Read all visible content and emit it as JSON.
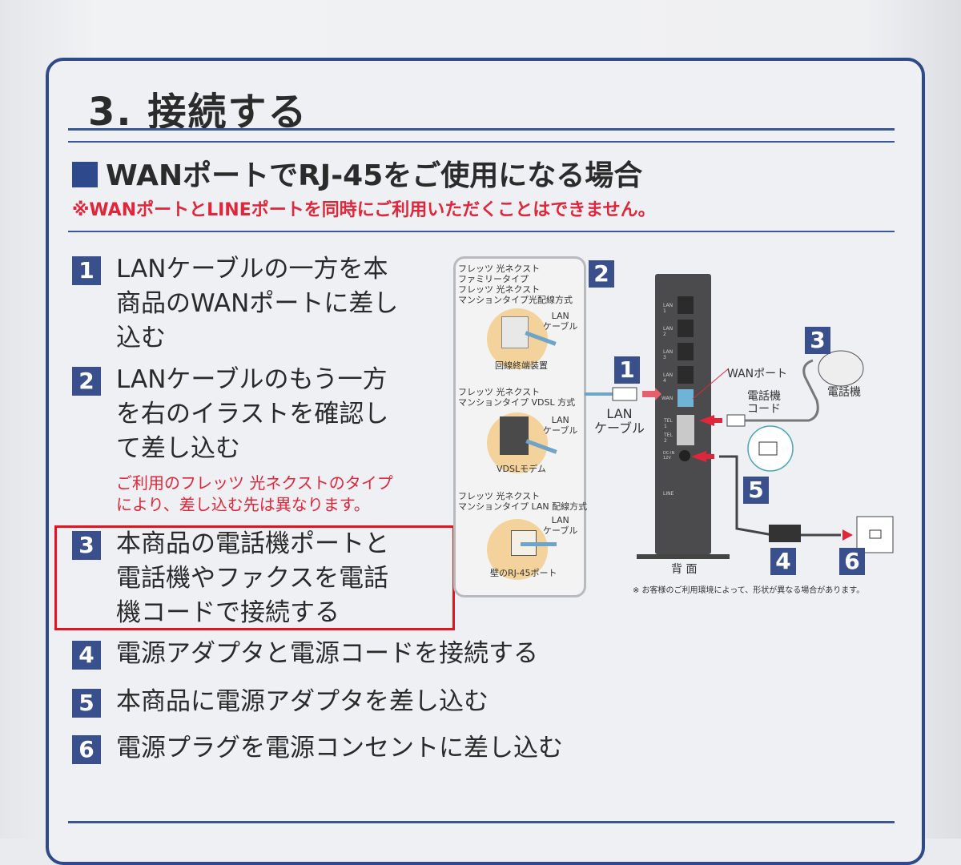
{
  "title": "3. 接続する",
  "section_heading": "WANポートでRJ-45をご使用になる場合",
  "warning": "※WANポートとLINEポートを同時にご利用いただくことはできません。",
  "steps": [
    {
      "num": "1",
      "text": "LANケーブルの一方を本\n商品のWANポートに差し\n込む"
    },
    {
      "num": "2",
      "text": "LANケーブルのもう一方\nを右のイラストを確認し\nて差し込む"
    },
    {
      "num": "3",
      "text": "本商品の電話機ポートと\n電話機やファクスを電話\n機コードで接続する"
    },
    {
      "num": "4",
      "text": "電源アダプタと電源コードを接続する"
    },
    {
      "num": "5",
      "text": "本商品に電源アダプタを差し込む"
    },
    {
      "num": "6",
      "text": "電源プラグを電源コンセントに差し込む"
    }
  ],
  "step2_note": "ご利用のフレッツ 光ネクストのタイプ\nにより、差し込む先は異なります。",
  "panel": {
    "types": [
      {
        "name": "フレッツ 光ネクスト\nファミリータイプ\nフレッツ 光ネクスト\nマンションタイプ光配線方式",
        "cable": "LAN\nケーブル",
        "device": "回線終端装置"
      },
      {
        "name": "フレッツ 光ネクスト\nマンションタイプ VDSL 方式",
        "cable": "LAN\nケーブル",
        "device": "VDSLモデム"
      },
      {
        "name": "フレッツ 光ネクスト\nマンションタイプ LAN 配線方式",
        "cable": "LAN\nケーブル",
        "device": "壁のRJ-45ポート"
      }
    ]
  },
  "diagram": {
    "badges": [
      "1",
      "2",
      "3",
      "4",
      "5",
      "6"
    ],
    "lan_cable": "LAN\nケーブル",
    "wan_port": "WANポート",
    "phone_cord": "電話機\nコード",
    "phone": "電話機",
    "back": "背 面",
    "ports": [
      "LAN\n1",
      "LAN\n2",
      "LAN\n3",
      "LAN\n4",
      "WAN",
      "TEL\n1",
      "TEL\n2",
      "DC-IN\n12V",
      "LINE"
    ],
    "footnote": "※ お客様のご利用環境によって、形状が異なる場合があります。"
  }
}
